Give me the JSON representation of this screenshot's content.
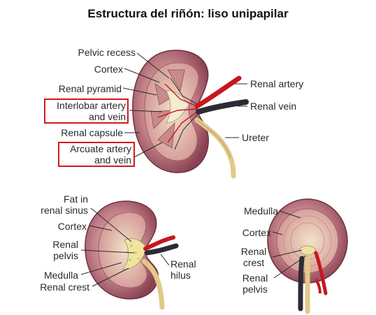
{
  "title": "Estructura del riñón: liso unipapilar",
  "top_kidney": {
    "pelvic_recess": "Pelvic recess",
    "cortex": "Cortex",
    "renal_pyramid": "Renal pyramid",
    "interlobar_line1": "Interlobar artery",
    "interlobar_line2": "and vein",
    "renal_capsule": "Renal capsule",
    "arcuate_line1": "Arcuate artery",
    "arcuate_line2": "and vein",
    "renal_artery": "Renal artery",
    "renal_vein": "Renal vein",
    "ureter": "Ureter"
  },
  "bottom_left_kidney": {
    "fat_line1": "Fat in",
    "fat_line2": "renal sinus",
    "cortex": "Cortex",
    "pelvis_line1": "Renal",
    "pelvis_line2": "pelvis",
    "medulla": "Medulla",
    "renal_crest": "Renal crest",
    "hilus_line1": "Renal",
    "hilus_line2": "hilus"
  },
  "bottom_right_kidney": {
    "medulla": "Medulla",
    "cortex": "Cortex",
    "crest_line1": "Renal",
    "crest_line2": "crest",
    "pelvis_line1": "Renal",
    "pelvis_line2": "pelvis"
  },
  "colors": {
    "highlight_box": "#d6181e",
    "kidney_cortex": "#9c5562",
    "kidney_medulla": "#d9a6a2",
    "artery": "#c8161f",
    "vein": "#2b2b35",
    "ureter": "#e2c98a",
    "fat": "#efe5a0"
  }
}
